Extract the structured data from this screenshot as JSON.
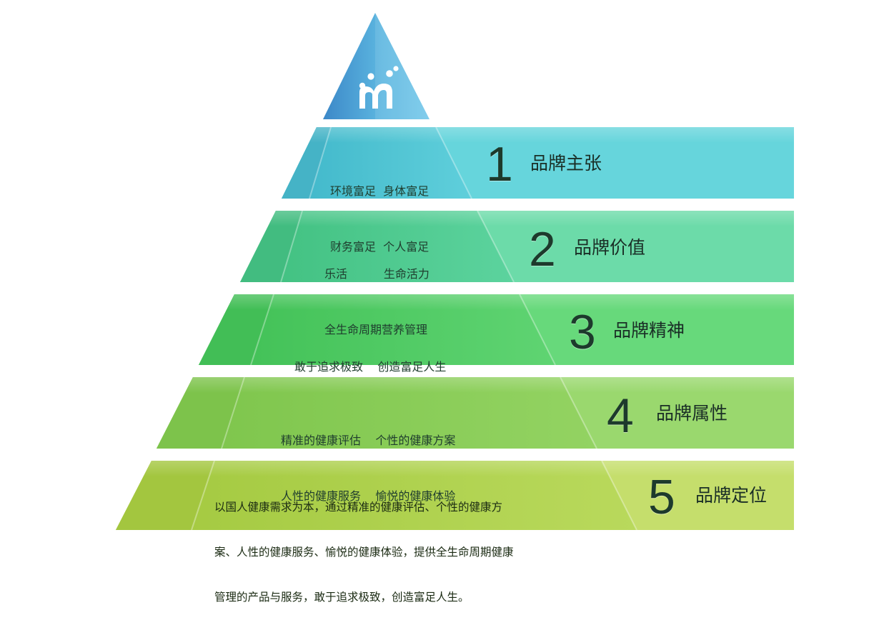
{
  "pyramid": {
    "apex": {
      "logo_icon": "m-logo-icon"
    },
    "tiers": [
      {
        "number": "1",
        "label": "品牌主张",
        "lines": [
          "环境富足  身体富足",
          "财务富足  个人富足"
        ]
      },
      {
        "number": "2",
        "label": "品牌价值",
        "lines": [
          "乐活          生命活力",
          "全生命周期营养管理"
        ]
      },
      {
        "number": "3",
        "label": "品牌精神",
        "lines": [
          "敢于追求极致    创造富足人生"
        ]
      },
      {
        "number": "4",
        "label": "品牌属性",
        "lines": [
          "精准的健康评估    个性的健康方案",
          "人性的健康服务    愉悦的健康体验"
        ]
      },
      {
        "number": "5",
        "label": "品牌定位",
        "lines": [
          "以国人健康需求为本，通过精准的健康评估、个性的健康方",
          "案、人性的健康服务、愉悦的健康体验，提供全生命周期健康",
          "管理的产品与服务，敢于追求极致，创造富足人生。"
        ]
      }
    ],
    "colors": {
      "tier1": "#69d6dc",
      "tier2": "#6ddba8",
      "tier3": "#68d97c",
      "tier4": "#99d86d",
      "tier5": "#c4de6b",
      "apex": "#5cb6e0"
    }
  }
}
